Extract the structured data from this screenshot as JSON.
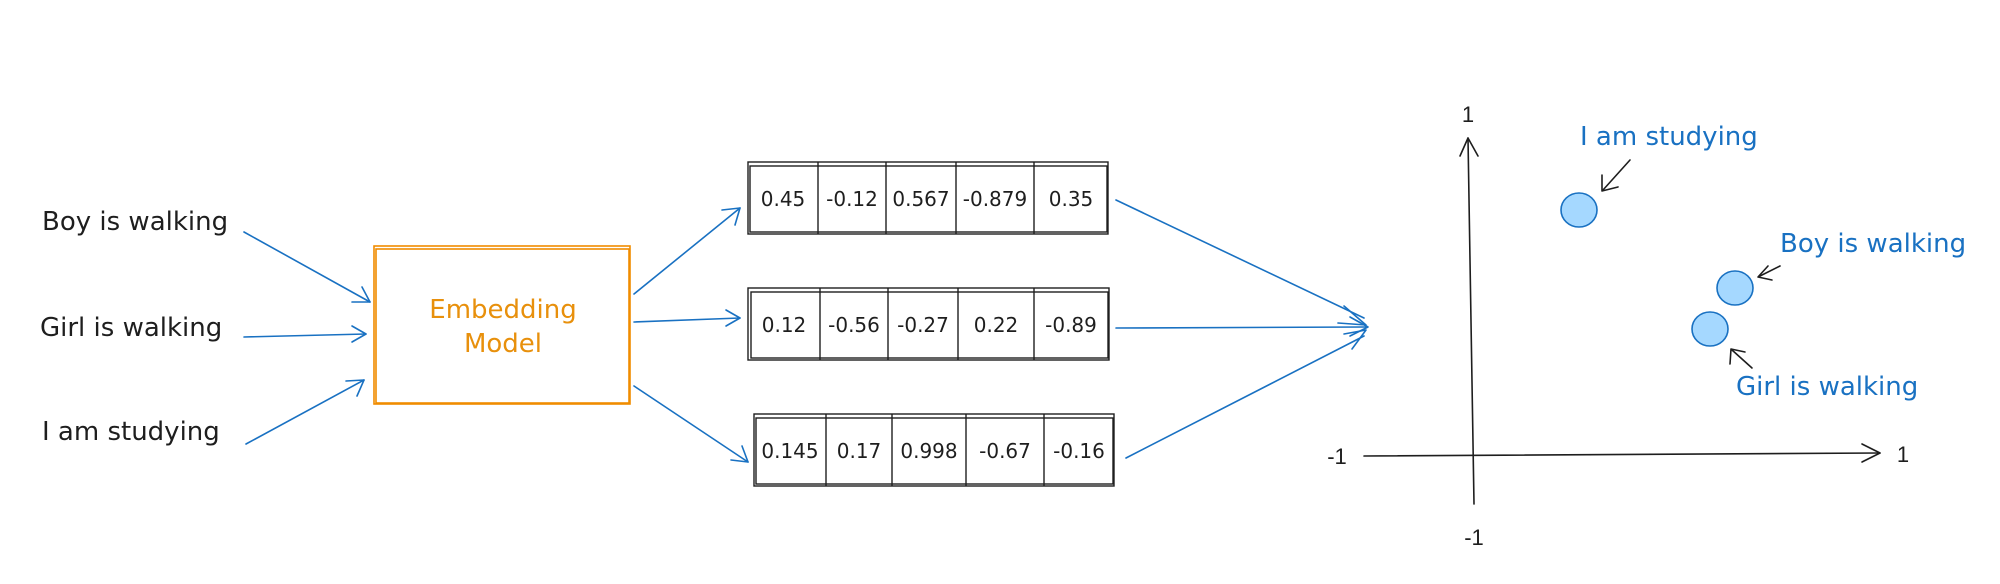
{
  "inputs": [
    {
      "text": "Boy is walking"
    },
    {
      "text": "Girl is walking"
    },
    {
      "text": "I am studying"
    }
  ],
  "model": {
    "line1": "Embedding",
    "line2": "Model"
  },
  "vectors": [
    {
      "values": [
        "0.45",
        "-0.12",
        "0.567",
        "-0.879",
        "0.35"
      ]
    },
    {
      "values": [
        "0.12",
        "-0.56",
        "-0.27",
        "0.22",
        "-0.89"
      ]
    },
    {
      "values": [
        "0.145",
        "0.17",
        "0.998",
        "-0.67",
        "-0.16"
      ]
    }
  ],
  "plot": {
    "axis_labels": {
      "x_min": "-1",
      "x_max": "1",
      "y_min": "-1",
      "y_max": "1"
    },
    "points": [
      {
        "label": "I am studying"
      },
      {
        "label": "Boy is walking"
      },
      {
        "label": "Girl is walking"
      }
    ]
  },
  "colors": {
    "accent_blue": "#1971c2",
    "dot_fill": "#a5d8ff",
    "model_orange": "#f08c00",
    "ink": "#1e1e1e"
  }
}
